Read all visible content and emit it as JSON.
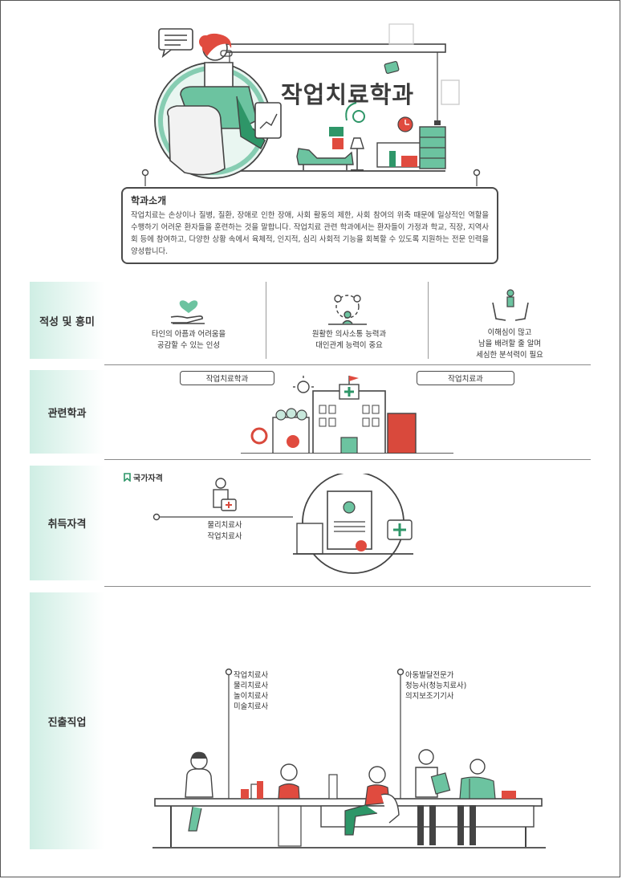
{
  "hero": {
    "title": "작업치료학과"
  },
  "intro": {
    "title": "학과소개",
    "body": "작업치료는 손상이나 질병, 질환, 장애로 인한 장애, 사회 활동의 제한, 사회 참여의 위축 때문에 일상적인 역할을 수행하기 어려운 환자들을 훈련하는 것을 말합니다. 작업치료 관련 학과에서는 환자들이 가정과 학교, 직장, 지역사회 등에 참여하고, 다양한 상황 속에서 육체적, 인지적, 심리 사회적 기능을 회복할 수 있도록 지원하는 전문 인력을 양성합니다."
  },
  "aptitude": {
    "label": "적성 및 흥미",
    "items": [
      {
        "line1": "타인의 아픔과 어려움을",
        "line2": "공감할 수 있는 인성",
        "line3": ""
      },
      {
        "line1": "원활한 의사소통 능력과",
        "line2": "대인관계 능력이 중요",
        "line3": ""
      },
      {
        "line1": "이해심이 많고",
        "line2": "남을 배려할 줄 알며",
        "line3": "세심한 분석력이 필요"
      }
    ]
  },
  "related": {
    "label": "관련학과",
    "tags": [
      "작업치료학과",
      "작업치료과"
    ]
  },
  "license": {
    "label": "취득자격",
    "badge": "국가자격",
    "items": [
      "물리치료사",
      "작업치료사"
    ]
  },
  "career": {
    "label": "진출직업",
    "group1": [
      "작업치료사",
      "물리치료사",
      "놀이치료사",
      "미술치료사"
    ],
    "group2": [
      "아동발달전문가",
      "청능사(청능치료사)",
      "의지보조기기사"
    ]
  },
  "colors": {
    "accent": "#2f9a6b",
    "mint": "#cfeee4",
    "red": "#d9493c",
    "line": "#4a4a4a"
  }
}
